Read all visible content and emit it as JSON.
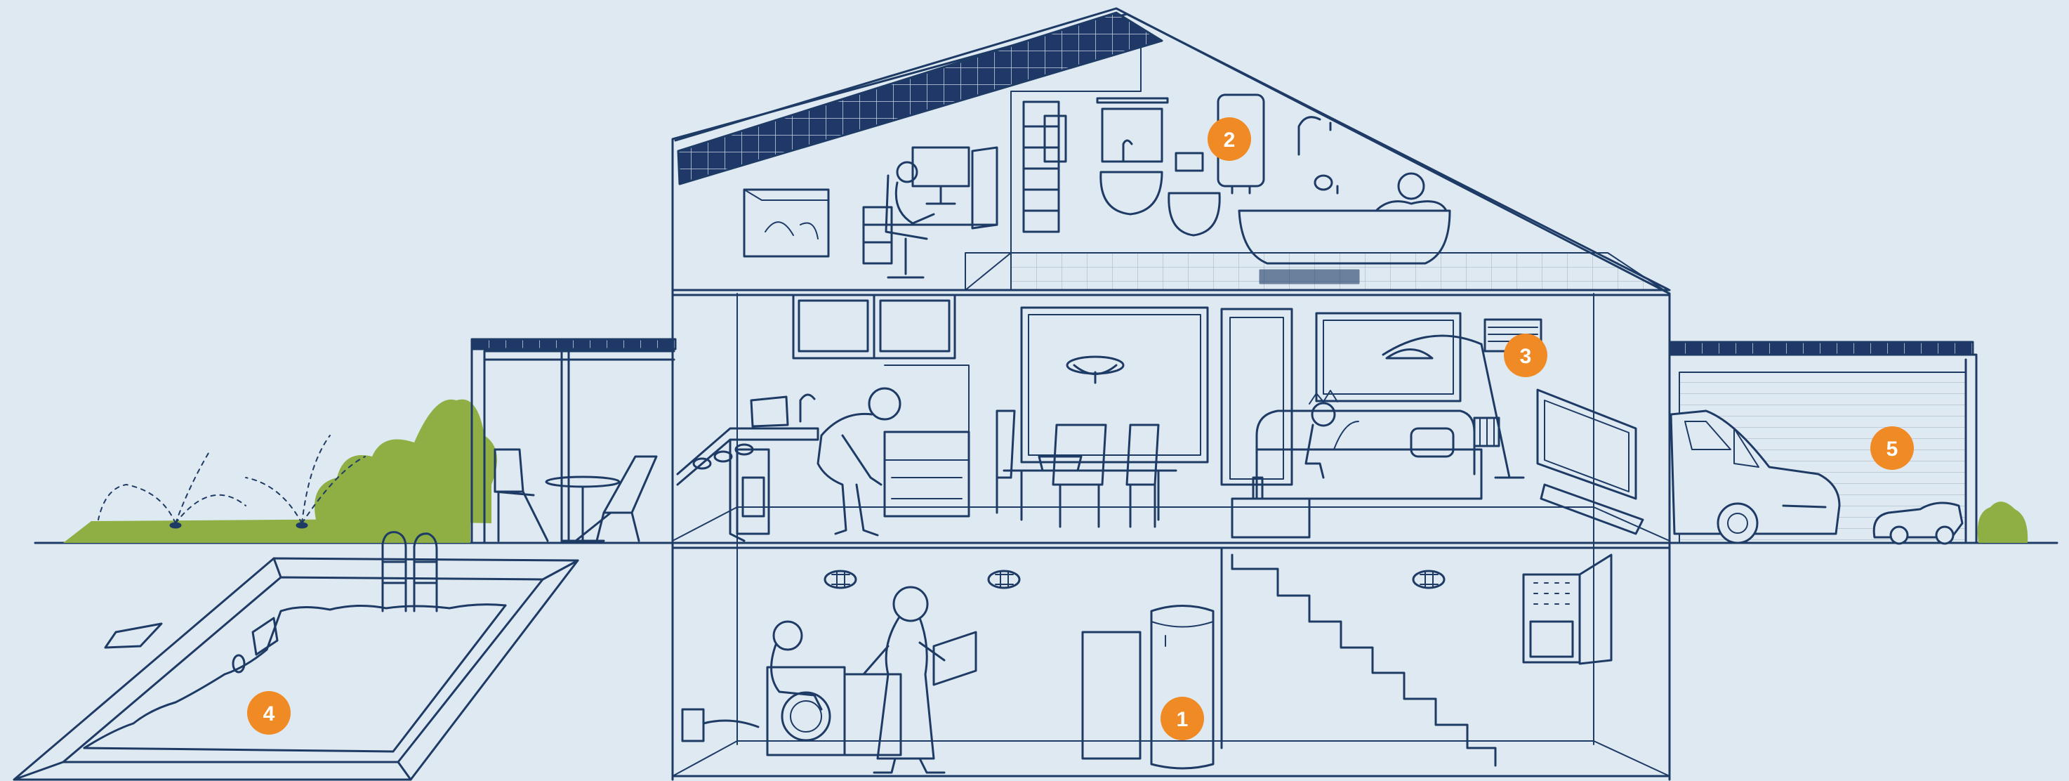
{
  "colors": {
    "background": "#dfe9f1",
    "line": "#1e3b66",
    "accent": "#f08a24",
    "green": "#8faf45",
    "solar": "#1f3868",
    "floor": "#e7eff6"
  },
  "markers": [
    {
      "id": "1",
      "label": "1"
    },
    {
      "id": "2",
      "label": "2"
    },
    {
      "id": "3",
      "label": "3"
    },
    {
      "id": "4",
      "label": "4"
    },
    {
      "id": "5",
      "label": "5"
    }
  ],
  "icons": [
    "solar-panel-icon",
    "aquarium-icon",
    "desk-icon",
    "bathtub-icon",
    "water-heater-icon",
    "kitchen-icon",
    "dining-table-icon",
    "sofa-icon",
    "tv-icon",
    "air-conditioner-icon",
    "washing-machine-icon",
    "heat-pump-icon",
    "stairs-icon",
    "fuse-box-icon",
    "pool-icon",
    "car-icon",
    "toy-car-icon",
    "sprinkler-icon",
    "bush-icon",
    "patio-chair-icon"
  ]
}
